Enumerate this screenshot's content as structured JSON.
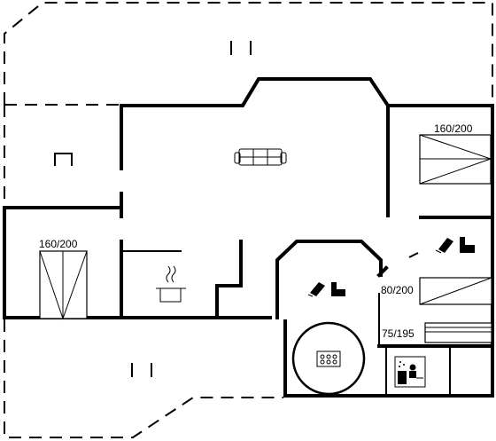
{
  "floorplan": {
    "rooms": {
      "bedroom_northeast": {
        "bed_size": "160/200"
      },
      "bedroom_west": {
        "bed_size": "160/200"
      },
      "bedroom_east": {
        "bed_size": "80/200"
      },
      "bedroom_east_bunk": {
        "bed_size": "75/195"
      }
    },
    "icons": {
      "sofa": "sofa-icon",
      "cooking_pot": "cooking-pot-icon",
      "shower": "shower-icon",
      "toilet": "toilet-icon",
      "hot_tub": "hot-tub-icon",
      "sauna": "sauna-icon"
    },
    "colors": {
      "line": "#000000",
      "background": "#ffffff"
    }
  }
}
